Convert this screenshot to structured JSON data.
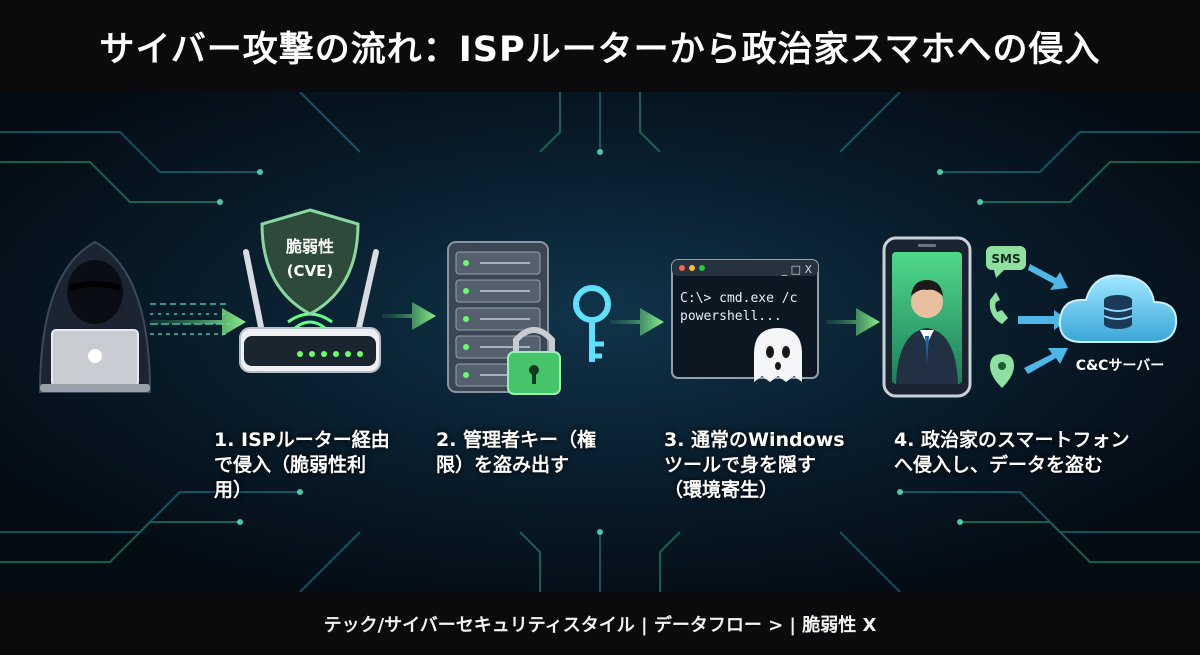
{
  "title": "サイバー攻撃の流れ：ISPルーターから政治家スマホへの侵入",
  "footer": "テック/サイバーセキュリティスタイル | データフロー > | 脆弱性 X",
  "router": {
    "shield_label_1": "脆弱性",
    "shield_label_2": "(CVE)"
  },
  "terminal": {
    "line1": "C:\\> cmd.exe /c",
    "line2": "powershell...",
    "window_controls": "_ □ X"
  },
  "phone": {
    "sms_label": "SMS"
  },
  "cloud": {
    "label": "C&Cサーバー"
  },
  "steps": [
    {
      "lines": [
        "1. ISPルーター経由",
        "で侵入（脆弱性利",
        "用）"
      ]
    },
    {
      "lines": [
        "2. 管理者キー（権",
        "限）を盗み出す"
      ]
    },
    {
      "lines": [
        "3. 通常のWindows",
        "ツールで身を隠す",
        "（環境寄生）"
      ]
    },
    {
      "lines": [
        "4. 政治家のスマートフォン",
        "へ侵入し、データを盗む"
      ]
    }
  ],
  "colors": {
    "background": "#06121c",
    "accent_green": "#7be07b",
    "accent_cyan": "#3fd0ff",
    "header_bg": "#0b0b0d"
  }
}
